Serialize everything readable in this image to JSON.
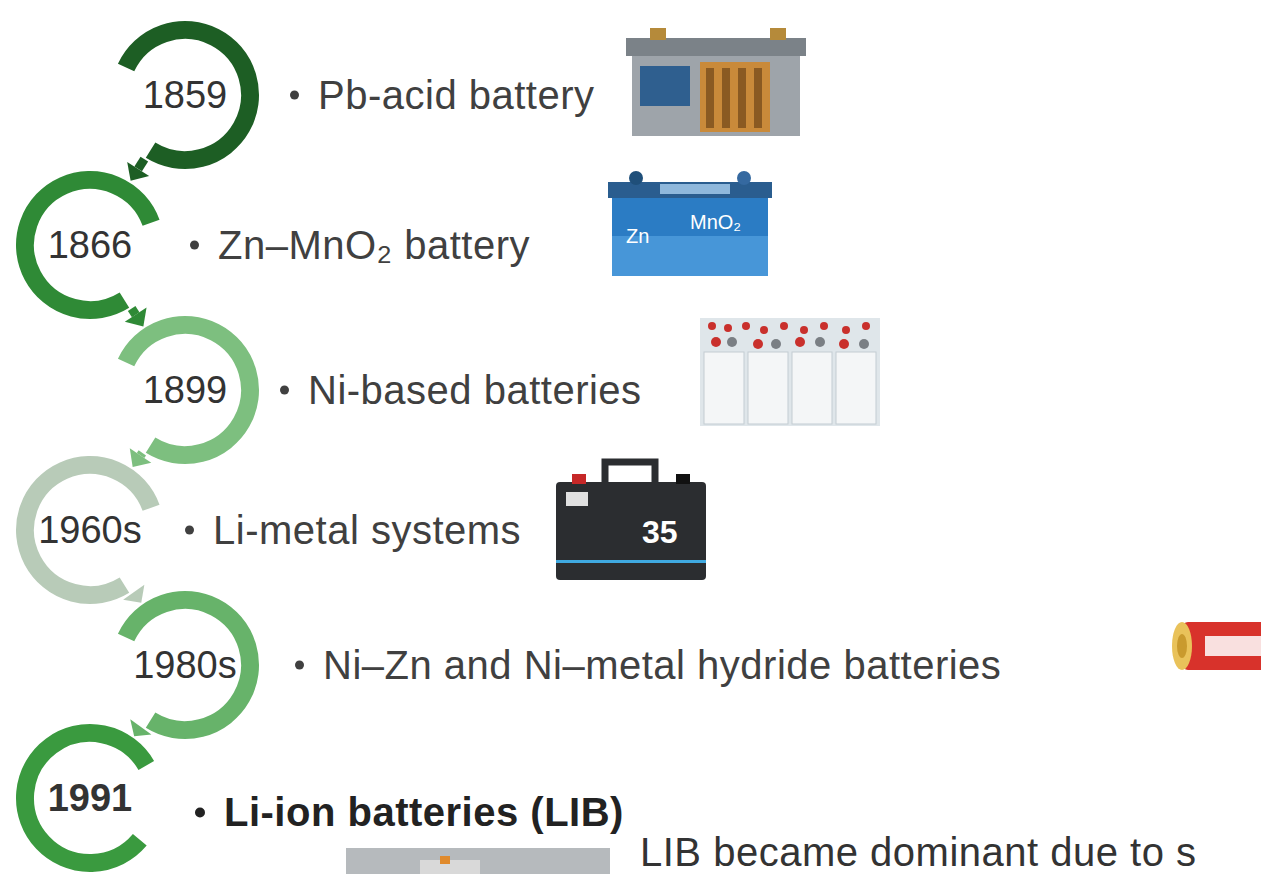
{
  "diagram": {
    "nodes": [
      {
        "text": [
          "1859"
        ]
      },
      {
        "text": [
          "1866"
        ]
      },
      {
        "text": [
          "1899"
        ]
      },
      {
        "text": [
          "1960s"
        ]
      },
      {
        "text": [
          "1980s"
        ]
      },
      {
        "text": [
          "1991"
        ]
      }
    ],
    "edges": [
      {
        "from": 0,
        "to": 1,
        "arrow": "to"
      },
      {
        "from": 1,
        "to": 2,
        "arrow": "to"
      },
      {
        "from": 2,
        "to": 3,
        "arrow": "to"
      },
      {
        "from": 3,
        "to": 4,
        "arrow": "to"
      },
      {
        "from": 4,
        "to": 5,
        "arrow": "to"
      }
    ],
    "labels": [
      "Pb-acid battery",
      "Zn–MnO₂ battery",
      "Ni-based batteries",
      "Li-metal systems",
      "Ni–Zn and Ni–metal hydride batteries",
      "Li-ion batteries (LIB)",
      "LIB became dominant due to s",
      "Zn",
      "MnO₂",
      "35"
    ]
  }
}
